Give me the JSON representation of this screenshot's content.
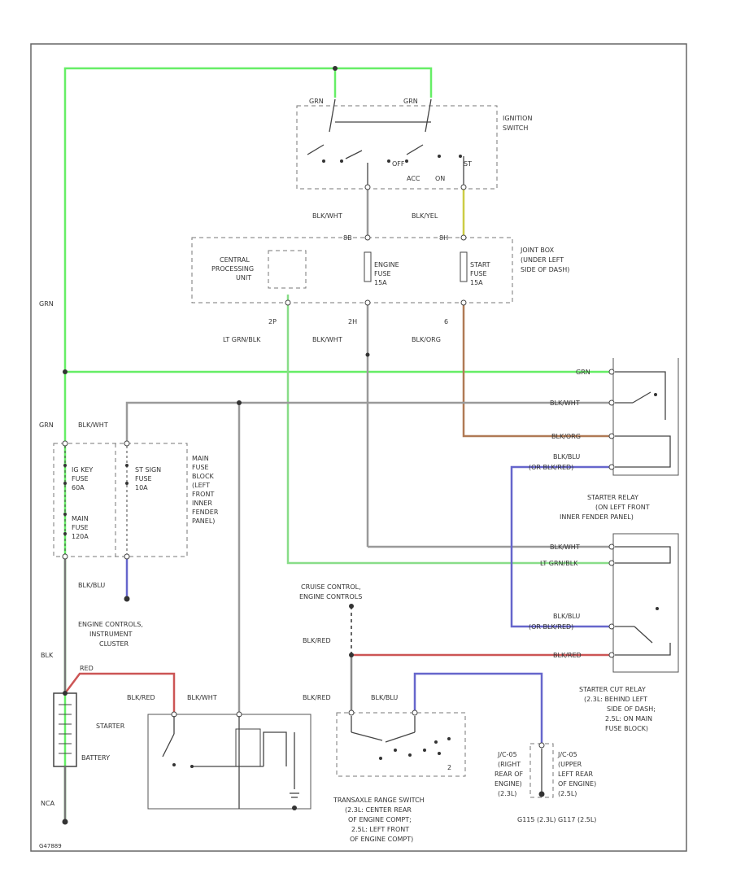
{
  "colors": {
    "grn": "#66ee66",
    "blk_wht": "#9a9a9a",
    "blk": "#777777",
    "blk_red": "#cc5555",
    "blk_blu": "#6666cc",
    "blk_yel": "#cccc44",
    "blk_org": "#b07a55",
    "lt_grn_blk": "#88dd88"
  },
  "ignition_switch": {
    "label_1": "IGNITION",
    "label_2": "SWITCH",
    "grn_left": "GRN",
    "grn_right": "GRN",
    "off": "OFF",
    "acc": "ACC",
    "on": "ON",
    "st": "ST"
  },
  "wire_labels": {
    "blk_wht_top": "BLK/WHT",
    "blk_yel_top": "BLK/YEL",
    "grn_left_vertical": "GRN",
    "lt_grn_blk": "LT GRN/BLK",
    "blk_wht_mid": "BLK/WHT",
    "blk_org": "BLK/ORG",
    "grn_left_lower": "GRN",
    "blk_wht_left": "BLK/WHT",
    "blk_blu_left": "BLK/BLU",
    "blk": "BLK",
    "red": "RED",
    "blk_red_starter": "BLK/RED",
    "blk_wht_starter": "BLK/WHT",
    "blk_red_tr1": "BLK/RED",
    "blk_red_tr2": "BLK/RED",
    "blk_blu_tr": "BLK/BLU"
  },
  "junction_box": {
    "label_1": "JOINT BOX",
    "label_2": "(UNDER LEFT",
    "label_3": "SIDE OF DASH)",
    "cpu_1": "CENTRAL",
    "cpu_2": "PROCESSING",
    "cpu_3": "UNIT",
    "engine_fuse_1": "ENGINE",
    "engine_fuse_2": "FUSE",
    "engine_fuse_3": "15A",
    "start_fuse_1": "START",
    "start_fuse_2": "FUSE",
    "start_fuse_3": "15A",
    "pin_2p": "2P",
    "pin_2h": "2H",
    "pin_6": "6"
  },
  "starter_relay": {
    "grn": "GRN",
    "blk_wht": "BLK/WHT",
    "blk_org": "BLK/ORG",
    "blk_blu": "BLK/BLU",
    "blk_blu_2": "(OR BLK/RED)",
    "label_1": "STARTER RELAY",
    "label_2": "(ON LEFT FRONT",
    "label_3": "INNER FENDER PANEL)"
  },
  "starter_cut_relay": {
    "blk_wht": "BLK/WHT",
    "lt_grn_blk": "LT GRN/BLK",
    "blk_blu": "BLK/BLU",
    "blk_blu_2": "(OR BLK/RED)",
    "blk_red": "BLK/RED",
    "label_1": "STARTER CUT RELAY",
    "label_2": "(2.3L: BEHIND LEFT",
    "label_3": "SIDE OF DASH;",
    "label_4": "2.5L: ON MAIN",
    "label_5": "FUSE BLOCK)"
  },
  "main_fuse_block": {
    "ig_key_1": "IG KEY",
    "ig_key_2": "FUSE",
    "ig_key_3": "60A",
    "st_sig_1": "ST SIGN",
    "st_sig_2": "FUSE",
    "st_sig_3": "10A",
    "main_1": "MAIN",
    "main_2": "FUSE",
    "main_3": "120A",
    "label_1": "MAIN",
    "label_2": "FUSE",
    "label_3": "BLOCK",
    "label_4": "(LEFT",
    "label_5": "FRONT",
    "label_6": "INNER",
    "label_7": "FENDER",
    "label_8": "PANEL)"
  },
  "engine_controls": {
    "line_1": "ENGINE CONTROLS,",
    "line_2": "INSTRUMENT",
    "line_3": "CLUSTER"
  },
  "cruise": {
    "line_1": "CRUISE CONTROL,",
    "line_2": "ENGINE CONTROLS"
  },
  "battery": {
    "label": "BATTERY",
    "ground": "NCA"
  },
  "starter": {
    "label": "STARTER"
  },
  "transaxle": {
    "line_1": "TRANSAXLE RANGE SWITCH",
    "line_2": "(2.3L: CENTER REAR",
    "line_3": "OF ENGINE COMPT;",
    "line_4": "2.5L: LEFT FRONT",
    "line_5": "OF ENGINE COMPT)",
    "pin_2": "2"
  },
  "jc_left": {
    "line_1": "J/C-05",
    "line_2": "(RIGHT",
    "line_3": "REAR OF",
    "line_4": "ENGINE)",
    "line_5": "(2.3L)"
  },
  "jc_right": {
    "line_1": "J/C-05",
    "line_2": "(UPPER",
    "line_3": "LEFT REAR",
    "line_4": "OF ENGINE)",
    "line_5": "(2.5L)"
  },
  "ground_codes": "G115 (2.3L) G117 (2.5L)",
  "footer_code": "G47889"
}
